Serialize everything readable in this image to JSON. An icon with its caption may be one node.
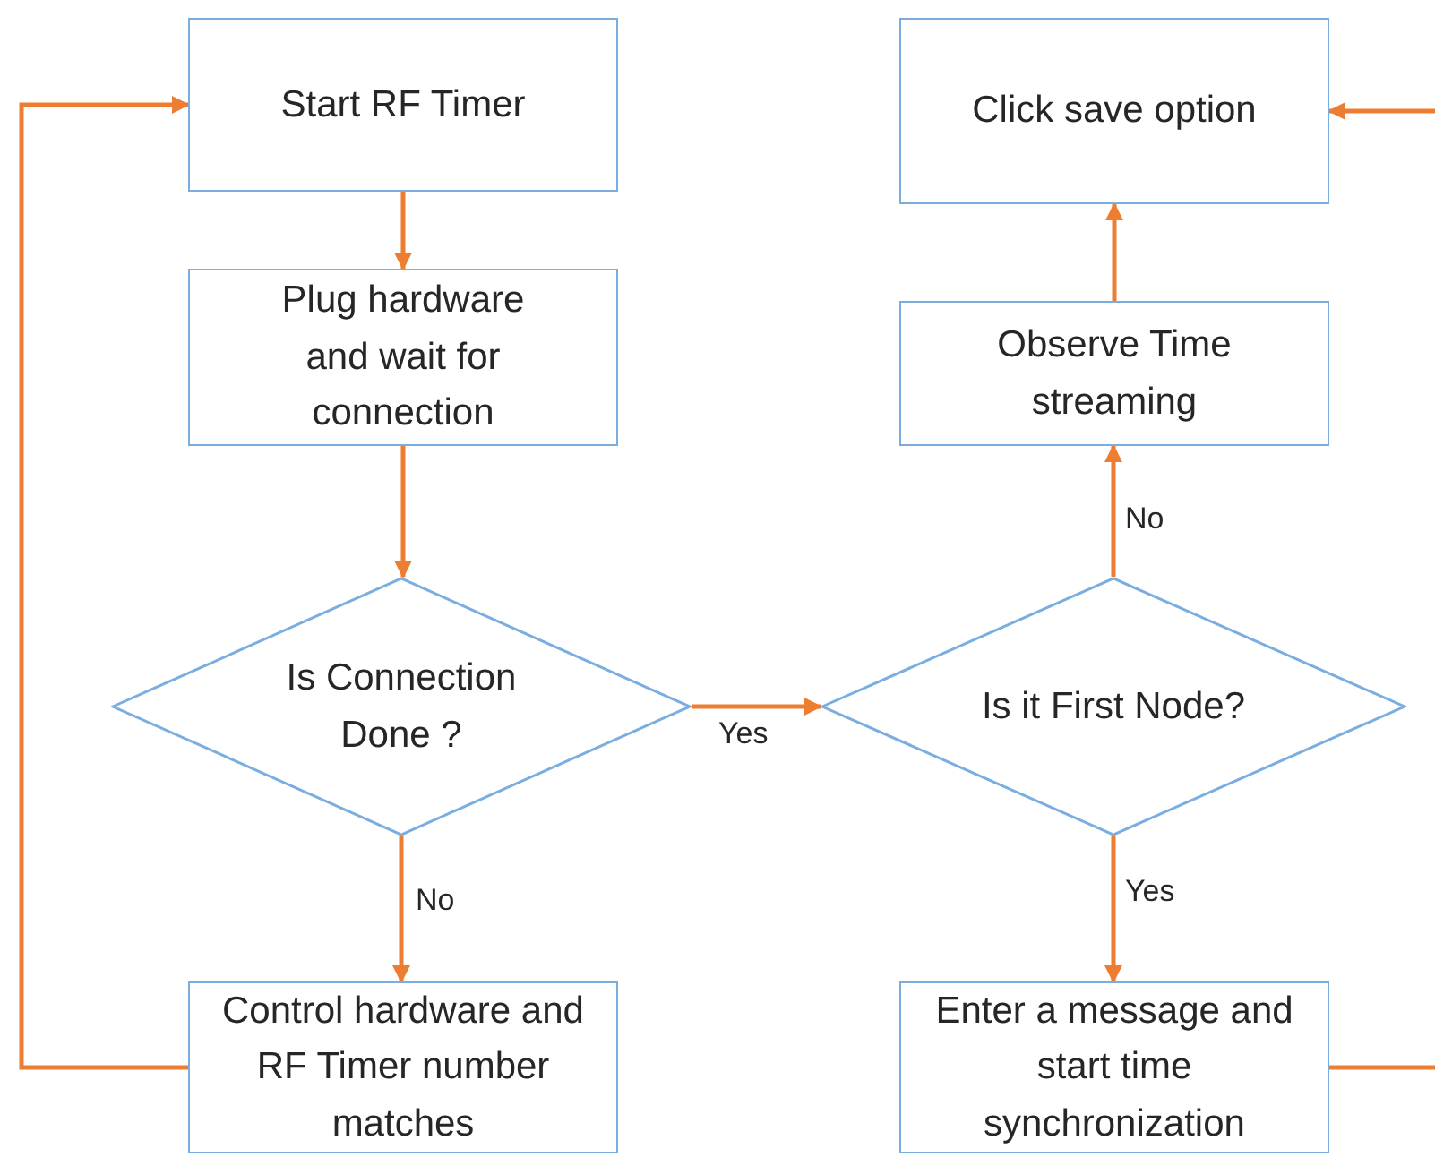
{
  "diagram": {
    "nodes": [
      {
        "text": [
          "Start RF Timer"
        ]
      },
      {
        "text": [
          "Plug hardware and wait for connection"
        ]
      },
      {
        "text": [
          "Is Connection Done ?"
        ]
      },
      {
        "text": [
          "Control hardware and RF Timer number matches"
        ]
      },
      {
        "text": [
          "Click save option"
        ]
      },
      {
        "text": [
          "Observe Time streaming"
        ]
      },
      {
        "text": [
          "Is it First Node?"
        ]
      },
      {
        "text": [
          "Enter a message and start time synchronization"
        ]
      }
    ],
    "edges": [
      {
        "from": 0,
        "to": 1,
        "arrow": "to"
      },
      {
        "from": 1,
        "to": 2,
        "arrow": "to"
      },
      {
        "from": 2,
        "to": 3,
        "arrow": "to",
        "label": "No"
      },
      {
        "from": 2,
        "to": 6,
        "arrow": "to",
        "label": "Yes"
      },
      {
        "from": 6,
        "to": 5,
        "arrow": "to",
        "label": "No"
      },
      {
        "from": 6,
        "to": 7,
        "arrow": "to",
        "label": "Yes"
      },
      {
        "from": 5,
        "to": 4,
        "arrow": "to"
      },
      {
        "from": 3,
        "to": 0,
        "arrow": "to"
      },
      {
        "from": null,
        "to": 4,
        "arrow": "to"
      },
      {
        "from": 7,
        "to": null,
        "arrow": "none"
      }
    ]
  }
}
